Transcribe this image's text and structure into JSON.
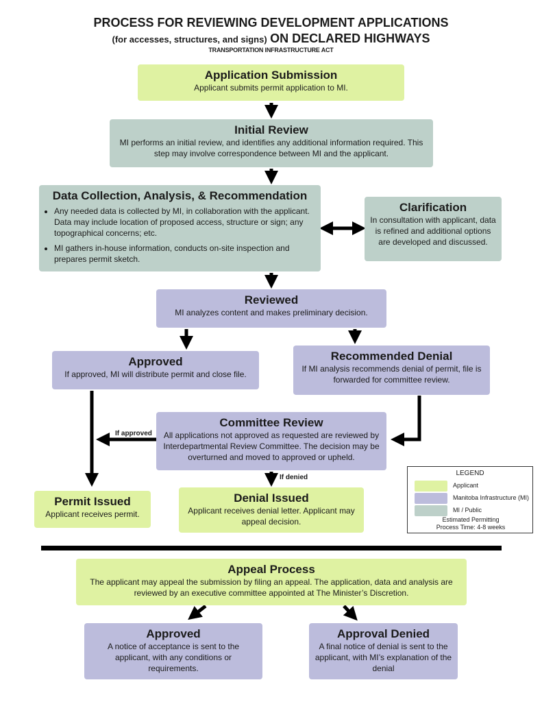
{
  "header": {
    "title": "PROCESS FOR REVIEWING DEVELOPMENT APPLICATIONS",
    "subtitle_small": "(for accesses, structures, and signs)",
    "subtitle_big": "ON DECLARED HIGHWAYS",
    "act": "TRANSPORTATION INFRASTRUCTURE ACT"
  },
  "steps": {
    "submission": {
      "title": "Application Submission",
      "text": "Applicant submits permit application to MI."
    },
    "initial_review": {
      "title": "Initial Review",
      "text": "MI performs an initial review, and identifies any additional information required. This step may involve correspondence between MI and the applicant."
    },
    "data_collection": {
      "title": "Data Collection, Analysis, & Recommendation",
      "bullets": [
        "Any needed data is collected by MI, in collaboration with the applicant. Data may include location of proposed access, structure or sign; any topographical concerns; etc.",
        "MI gathers in-house information, conducts on-site inspection and prepares permit sketch."
      ]
    },
    "clarification": {
      "title": "Clarification",
      "text": "In consultation with applicant, data is refined and additional options are developed and discussed."
    },
    "reviewed": {
      "title": "Reviewed",
      "text": "MI analyzes content and makes preliminary decision."
    },
    "approved": {
      "title": "Approved",
      "text": "If approved, MI will distribute permit and close file."
    },
    "recommended_denial": {
      "title": "Recommended Denial",
      "text": "If MI analysis recommends denial of permit, file is forwarded for committee review."
    },
    "committee_review": {
      "title": "Committee Review",
      "text": "All applications not approved as requested are reviewed by Interdepartmental Review Committee. The decision may be overturned and moved to approved or upheld."
    },
    "permit_issued": {
      "title": "Permit Issued",
      "text": "Applicant receives permit."
    },
    "denial_issued": {
      "title": "Denial Issued",
      "text": "Applicant receives denial letter.  Applicant may appeal decision."
    },
    "appeal": {
      "title": "Appeal Process",
      "text": "The applicant may appeal the submission by filing an appeal. The application, data and analysis are reviewed by an executive committee appointed at The Minister’s Discretion."
    },
    "appeal_approved": {
      "title": "Approved",
      "text": "A notice of acceptance is sent to the applicant, with any conditions or requirements."
    },
    "appeal_denied": {
      "title": "Approval Denied",
      "text": "A final notice of denial is sent to the applicant, with MI’s explanation of the denial"
    }
  },
  "labels": {
    "if_approved": "If approved",
    "if_denied": "If denied"
  },
  "legend": {
    "title": "LEGEND",
    "items": [
      {
        "label": "Applicant",
        "color": "#dff2a2"
      },
      {
        "label": "Manitoba Infrastructure (MI)",
        "color": "#bcbcdc"
      },
      {
        "label": "MI / Public",
        "color": "#bdd0c9"
      }
    ],
    "note_line1": "Estimated Permitting",
    "note_line2": "Process Time:  4-8 weeks"
  }
}
